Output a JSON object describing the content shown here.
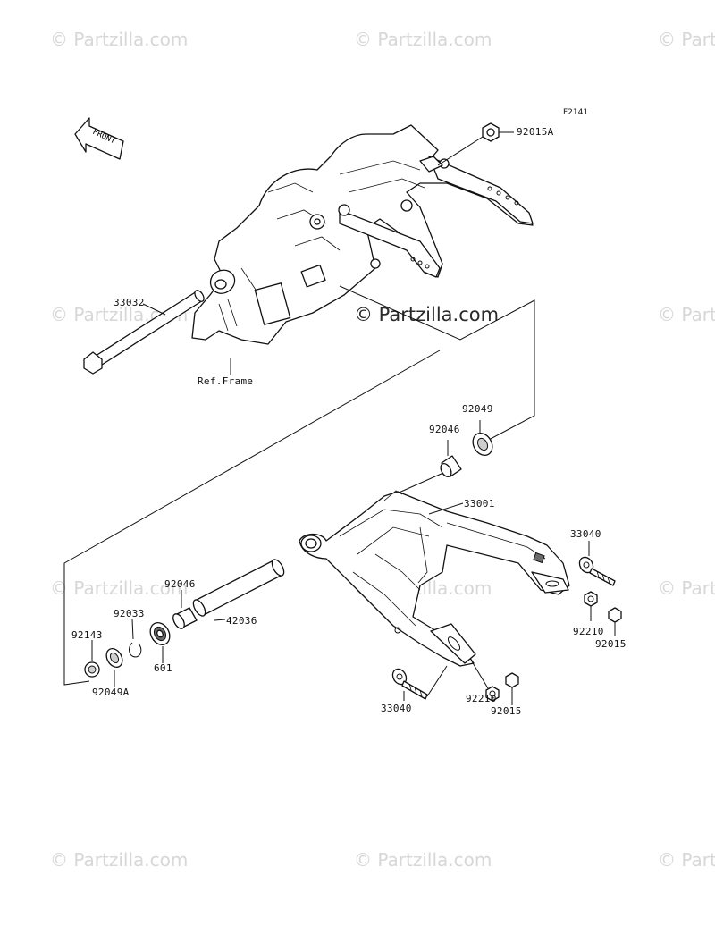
{
  "watermark": "© Partzilla.com",
  "diagram_code": "F2141",
  "front_label": "FRONT",
  "ref_frame": "Ref.Frame",
  "callouts": {
    "p92015A": "92015A",
    "p33032": "33032",
    "p92049_top": "92049",
    "p92046_top": "92046",
    "p33001": "33001",
    "p33040_right": "33040",
    "p92046_left": "92046",
    "p92033": "92033",
    "p92143": "92143",
    "p42036": "42036",
    "p601": "601",
    "p92049A": "92049A",
    "p92210_right": "92210",
    "p92015_right": "92015",
    "p33040_bottom": "33040",
    "p92210_bottom": "92210",
    "p92015_bottom": "92015"
  }
}
